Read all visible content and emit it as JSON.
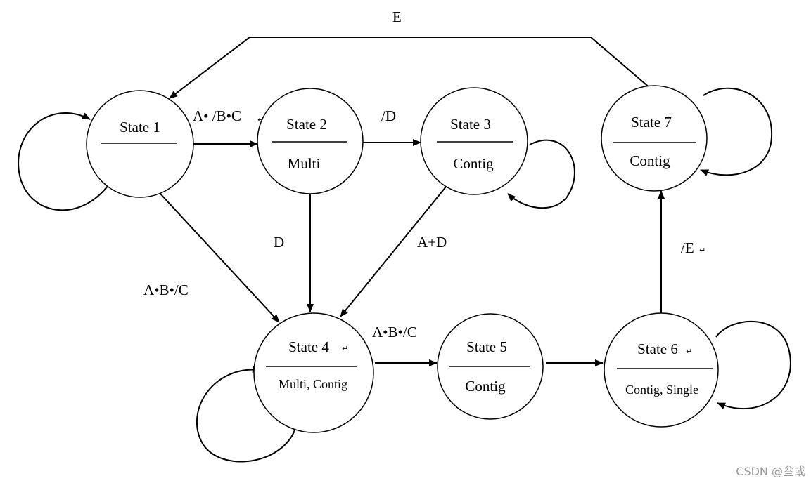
{
  "states": {
    "s1": {
      "title": "State 1",
      "sub": ""
    },
    "s2": {
      "title": "State 2",
      "sub": "Multi"
    },
    "s3": {
      "title": "State 3",
      "sub": "Contig"
    },
    "s4": {
      "title": "State 4",
      "sub": "Multi, Contig"
    },
    "s5": {
      "title": "State 5",
      "sub": "Contig"
    },
    "s6": {
      "title": "State 6",
      "sub": "Contig, Single"
    },
    "s7": {
      "title": "State 7",
      "sub": "Contig"
    }
  },
  "edges": {
    "s1_s2": "A• /B•C",
    "s2_s3": "/D",
    "s2_s4": "D",
    "s3_s4": "A+D",
    "s1_s4": "A•B•/C",
    "s4_s5": "A•B•/C",
    "s6_s7": "/E",
    "s7_s1": "E"
  },
  "watermark": "CSDN @叁或"
}
